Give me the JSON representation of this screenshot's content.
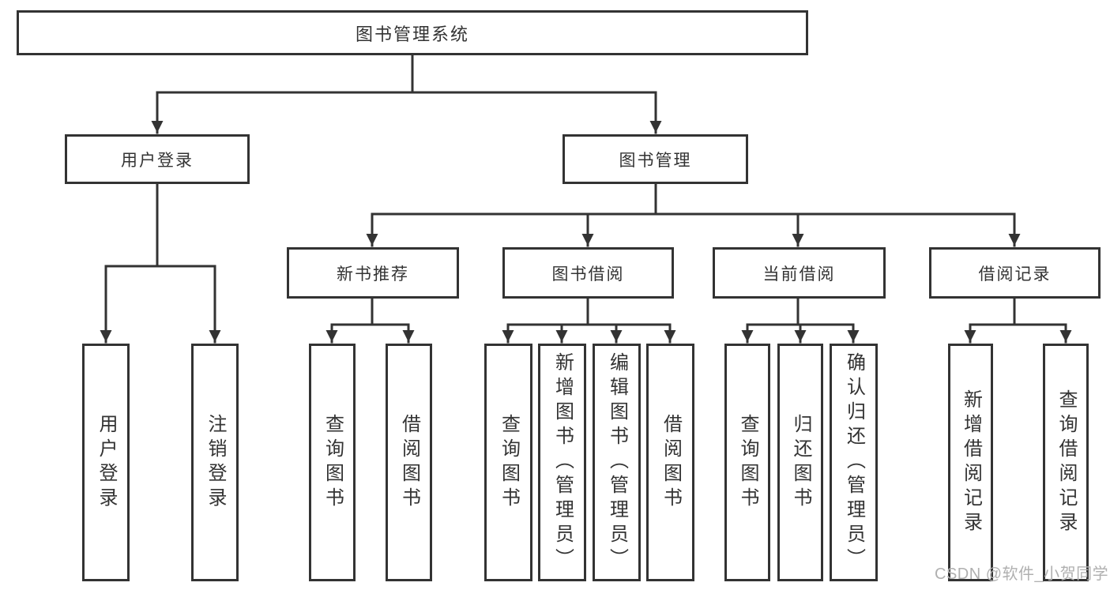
{
  "diagram": {
    "root": {
      "label": "图书管理系统"
    },
    "level2": [
      {
        "label": "用户登录",
        "parent": "图书管理系统"
      },
      {
        "label": "图书管理",
        "parent": "图书管理系统"
      }
    ],
    "level3": [
      {
        "label": "新书推荐",
        "parent": "图书管理"
      },
      {
        "label": "图书借阅",
        "parent": "图书管理"
      },
      {
        "label": "当前借阅",
        "parent": "图书管理"
      },
      {
        "label": "借阅记录",
        "parent": "图书管理"
      }
    ],
    "leaves": [
      {
        "label": "用户登录",
        "parent": "用户登录"
      },
      {
        "label": "注销登录",
        "parent": "用户登录"
      },
      {
        "label": "查询图书",
        "parent": "新书推荐"
      },
      {
        "label": "借阅图书",
        "parent": "新书推荐"
      },
      {
        "label": "查询图书",
        "parent": "图书借阅"
      },
      {
        "label": "新增图书（管理员）",
        "parent": "图书借阅"
      },
      {
        "label": "编辑图书（管理员）",
        "parent": "图书借阅"
      },
      {
        "label": "借阅图书",
        "parent": "图书借阅"
      },
      {
        "label": "查询图书",
        "parent": "当前借阅"
      },
      {
        "label": "归还图书",
        "parent": "当前借阅"
      },
      {
        "label": "确认归还（管理员）",
        "parent": "当前借阅"
      },
      {
        "label": "新增借阅记录",
        "parent": "借阅记录"
      },
      {
        "label": "查询借阅记录",
        "parent": "借阅记录"
      }
    ]
  },
  "watermark": {
    "text": "CSDN @软件_小贺同学"
  },
  "colors": {
    "line": "#333333",
    "text": "#333333",
    "box_background": "#ffffff",
    "watermark": "#b0b0b0",
    "page_background": "#ffffff"
  }
}
